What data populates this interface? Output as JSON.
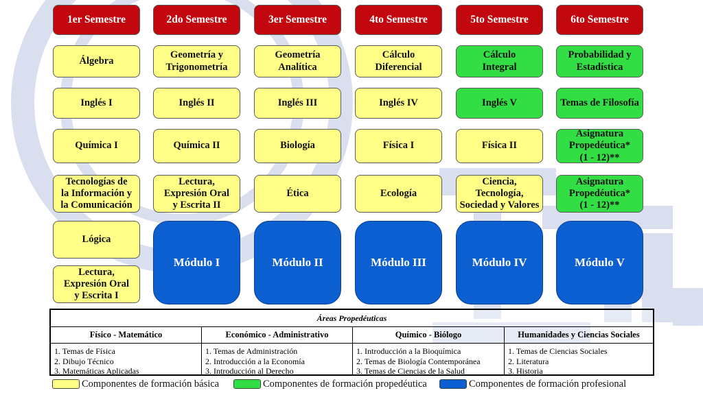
{
  "semesters": [
    {
      "header": "1er Semestre",
      "courses": [
        {
          "label": "Álgebra",
          "cat": "basic"
        },
        {
          "label": "Inglés I",
          "cat": "basic"
        },
        {
          "label": "Química I",
          "cat": "basic"
        },
        {
          "label": "Tecnologías de la Información y la Comunicación",
          "lines": [
            "Tecnologías de",
            "la Información y",
            "la Comunicación"
          ],
          "cat": "basic"
        },
        {
          "label": "Lógica",
          "cat": "basic"
        },
        {
          "label": "Lectura, Expresión Oral y Escrita I",
          "lines": [
            "Lectura,",
            "Expresión Oral",
            "y Escrita I"
          ],
          "cat": "basic"
        }
      ]
    },
    {
      "header": "2do Semestre",
      "courses": [
        {
          "label": "Geometría y Trigonometría",
          "lines": [
            "Geometría y",
            "Trigonometría"
          ],
          "cat": "basic"
        },
        {
          "label": "Inglés II",
          "cat": "basic"
        },
        {
          "label": "Química II",
          "cat": "basic"
        },
        {
          "label": "Lectura, Expresión Oral y Escrita II",
          "lines": [
            "Lectura,",
            "Expresión Oral",
            "y Escrita II"
          ],
          "cat": "basic"
        },
        {
          "label": "Módulo I",
          "cat": "professional"
        }
      ]
    },
    {
      "header": "3er Semestre",
      "courses": [
        {
          "label": "Geometría Analítica",
          "lines": [
            "Geometría",
            "Analítica"
          ],
          "cat": "basic"
        },
        {
          "label": "Inglés III",
          "cat": "basic"
        },
        {
          "label": "Biología",
          "cat": "basic"
        },
        {
          "label": "Ética",
          "cat": "basic"
        },
        {
          "label": "Módulo II",
          "cat": "professional"
        }
      ]
    },
    {
      "header": "4to Semestre",
      "courses": [
        {
          "label": "Cálculo Diferencial",
          "lines": [
            "Cálculo",
            "Diferencial"
          ],
          "cat": "basic"
        },
        {
          "label": "Inglés IV",
          "cat": "basic"
        },
        {
          "label": "Física I",
          "cat": "basic"
        },
        {
          "label": "Ecología",
          "cat": "basic"
        },
        {
          "label": "Módulo III",
          "cat": "professional"
        }
      ]
    },
    {
      "header": "5to Semestre",
      "courses": [
        {
          "label": "Cálculo Integral",
          "lines": [
            "Cálculo",
            "Integral"
          ],
          "cat": "propaedeutic"
        },
        {
          "label": "Inglés V",
          "cat": "propaedeutic"
        },
        {
          "label": "Física II",
          "cat": "basic"
        },
        {
          "label": "Ciencia, Tecnología, Sociedad y Valores",
          "lines": [
            "Ciencia,",
            "Tecnología,",
            "Sociedad y Valores"
          ],
          "cat": "basic"
        },
        {
          "label": "Módulo IV",
          "cat": "professional"
        }
      ]
    },
    {
      "header": "6to Semestre",
      "courses": [
        {
          "label": "Probabilidad y Estadística",
          "lines": [
            "Probabilidad y",
            "Estadística"
          ],
          "cat": "propaedeutic"
        },
        {
          "label": "Temas de Filosofía",
          "cat": "propaedeutic"
        },
        {
          "label": "Asignatura Propedéutica* (1 - 12)**",
          "lines": [
            "Asignatura",
            "Propedéutica*",
            "(1 - 12)**"
          ],
          "cat": "propaedeutic"
        },
        {
          "label": "Asignatura Propedéutica* (1 - 12)**",
          "lines": [
            "Asignatura",
            "Propedéutica*",
            "(1 - 12)**"
          ],
          "cat": "propaedeutic"
        },
        {
          "label": "Módulo V",
          "cat": "professional"
        }
      ]
    }
  ],
  "areas": {
    "title": "Áreas Propedéuticas",
    "columns": [
      {
        "name": "Físico - Matemático",
        "items": [
          "1. Temas de Física",
          "2. Dibujo Técnico",
          "3. Matemáticas Aplicadas"
        ]
      },
      {
        "name": "Económico - Administrativo",
        "items": [
          "1. Temas de Administración",
          "2. Introducción a la Economía",
          "3. Introducción al Derecho"
        ]
      },
      {
        "name": "Químico - Biólogo",
        "items": [
          "1. Introducción a la Bioquímica",
          "2. Temas de Biología Contemporánea",
          "3. Temas de Ciencias de la Salud"
        ]
      },
      {
        "name": "Humanidades y Ciencias Sociales",
        "items": [
          "1. Temas de Ciencias Sociales",
          "2. Literatura",
          "3. Historia"
        ]
      }
    ]
  },
  "legend": [
    {
      "label": "Componentes de formación básica",
      "color": "#ffff88"
    },
    {
      "label": "Componentes de formación propedéutica",
      "color": "#33dd44"
    },
    {
      "label": "Componentes de formación profesional",
      "color": "#0b5fd1"
    }
  ],
  "colors": {
    "header": "#c2070f",
    "basic": "#ffff88",
    "propaedeutic": "#33dd44",
    "professional": "#0b5fd1"
  }
}
